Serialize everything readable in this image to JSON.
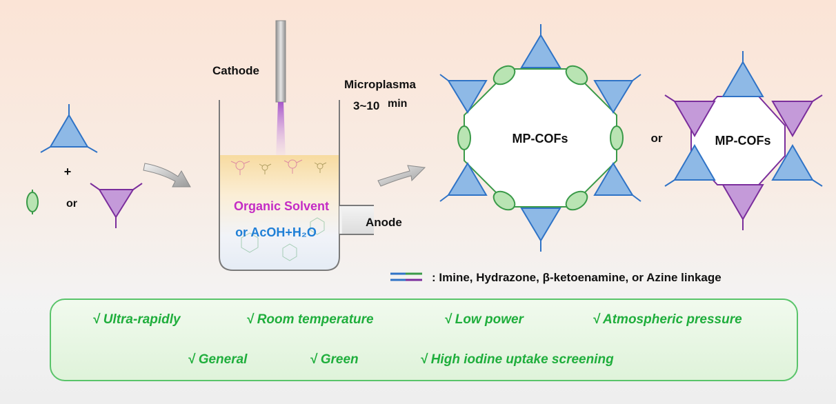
{
  "labels": {
    "cathode": "Cathode",
    "anode": "Anode",
    "microplasma": "Microplasma",
    "time_value": "3~10",
    "time_unit": "min",
    "plus": "+",
    "or_left": "or",
    "or_middle": "or",
    "solvent_organic": "Organic Solvent",
    "solvent_acid": "or AcOH+H₂O",
    "product_1": "MP-COFs",
    "product_2": "MP-COFs",
    "linkage_legend": ": Imine, Hydrazone, β-ketoenamine, or Azine linkage"
  },
  "features": [
    "√ Ultra-rapidly",
    "√ Room temperature",
    "√ Low power",
    "√ Atmospheric pressure",
    "√ General",
    "√ Green",
    "√ High iodine uptake screening"
  ],
  "colors": {
    "blue_node": "#8eb9e6",
    "purple_node": "#c49ad9",
    "green_linker": "#b9e4b3",
    "green_text": "#1fae3c",
    "magenta_text": "#c42bc4",
    "blue_text": "#1f7fd6"
  }
}
